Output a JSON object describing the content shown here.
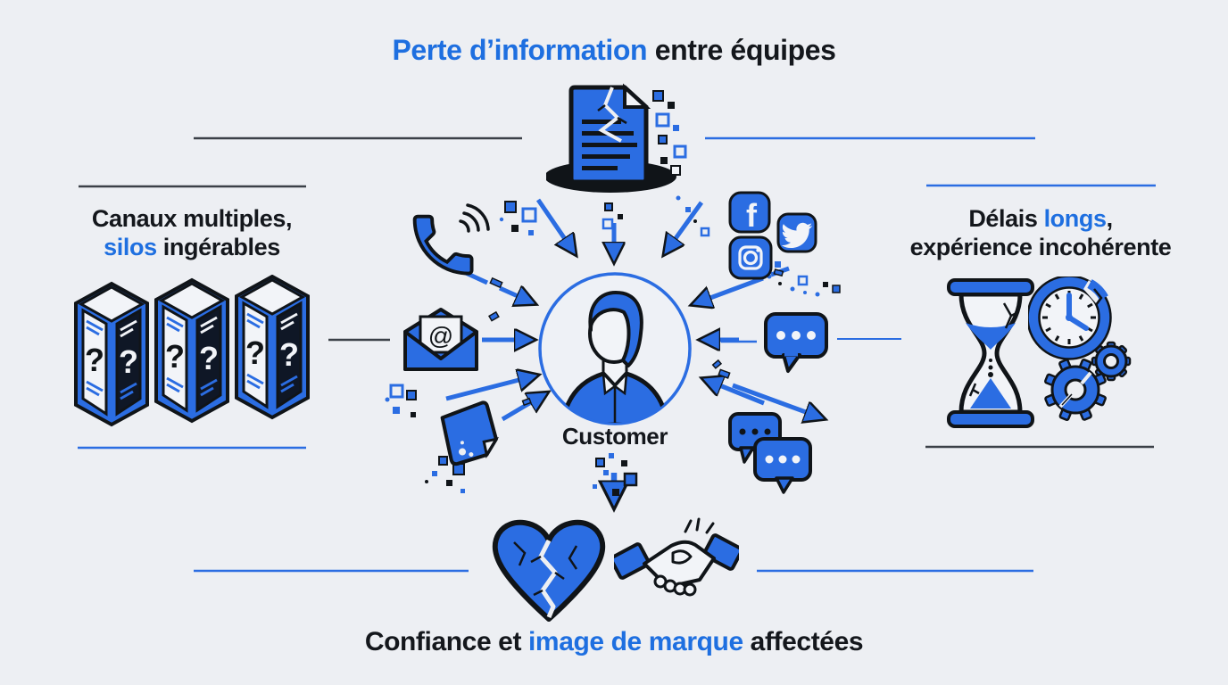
{
  "colors": {
    "background": "#edeff3",
    "icon_blue": "#2b6de2",
    "text_blue": "#1e6fe0",
    "ink": "#101418",
    "navy_panel": "#0f1726",
    "divider_dark": "#3b4047",
    "divider_blue": "#2b6de2"
  },
  "labels": {
    "top": {
      "highlight": "Perte d’information",
      "rest": " entre équipes"
    },
    "left": {
      "line1": "Canaux multiples,",
      "line2_highlight": "silos",
      "line2_rest": " ingérables"
    },
    "right": {
      "line1_start": "Délais ",
      "line1_highlight": "longs",
      "line1_end": ",",
      "line2": "expérience incohérente"
    },
    "bottom": {
      "start": "Confiance et ",
      "highlight": "image de marque",
      "end": " affectées"
    },
    "center": "Customer"
  },
  "glyphs": {
    "question_mark": "?",
    "at_sign": "@",
    "facebook_f": "f"
  },
  "icons": [
    "broken-document-icon",
    "server-stack-icon",
    "phone-icon",
    "email-icon",
    "breaking-note-icon",
    "facebook-icon",
    "twitter-icon",
    "instagram-icon",
    "chat-bubble-icon",
    "chat-bubbles-icon",
    "hourglass-icon",
    "broken-clock-icon",
    "broken-gears-icon",
    "customer-avatar-icon",
    "broken-heart-icon",
    "handshake-icon"
  ]
}
